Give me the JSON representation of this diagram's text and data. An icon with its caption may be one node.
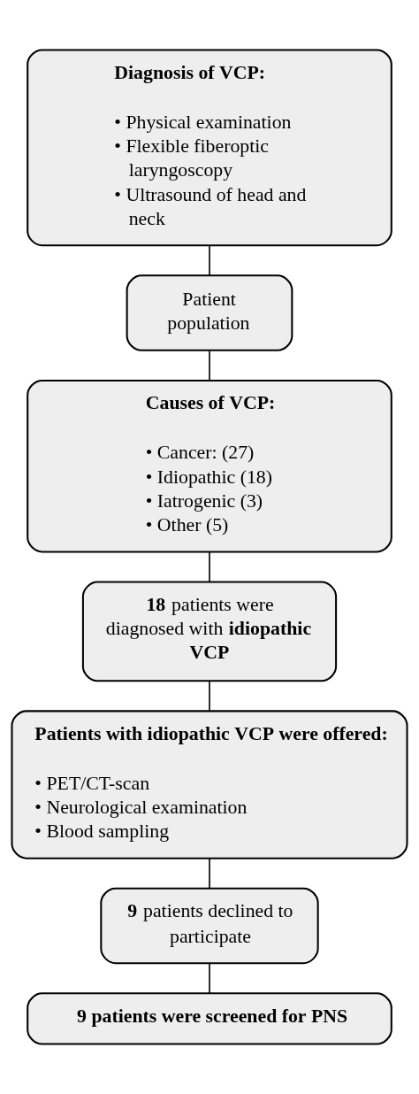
{
  "diagram": {
    "nodes": [
      {
        "text": [
          "Diagnosis of VCP:",
          "• Physical examination",
          "• Flexible fiberoptic laryngoscopy",
          "• Ultrasound of head and neck"
        ]
      },
      {
        "text": [
          "Patient population"
        ]
      },
      {
        "text": [
          "Causes of VCP:",
          "• Cancer: (27)",
          "• Idiopathic (18)",
          "• Iatrogenic (3)",
          "• Other (5)"
        ]
      },
      {
        "text": [
          "**18** patients were diagnosed with **idiopathic VCP**"
        ]
      },
      {
        "text": [
          "Patients with idiopathic VCP were offered:",
          "• PET/CT-scan",
          "• Neurological examination",
          "• Blood sampling"
        ]
      },
      {
        "text": [
          "**9** patients declined to participate"
        ]
      },
      {
        "text": [
          "9 patients were screened for PNS"
        ]
      }
    ],
    "edges": [
      {
        "from": 0,
        "to": 1,
        "arrow": "none"
      },
      {
        "from": 1,
        "to": 2,
        "arrow": "none"
      },
      {
        "from": 2,
        "to": 3,
        "arrow": "none"
      },
      {
        "from": 3,
        "to": 4,
        "arrow": "none"
      },
      {
        "from": 4,
        "to": 5,
        "arrow": "none"
      },
      {
        "from": 5,
        "to": 6,
        "arrow": "none"
      }
    ]
  }
}
